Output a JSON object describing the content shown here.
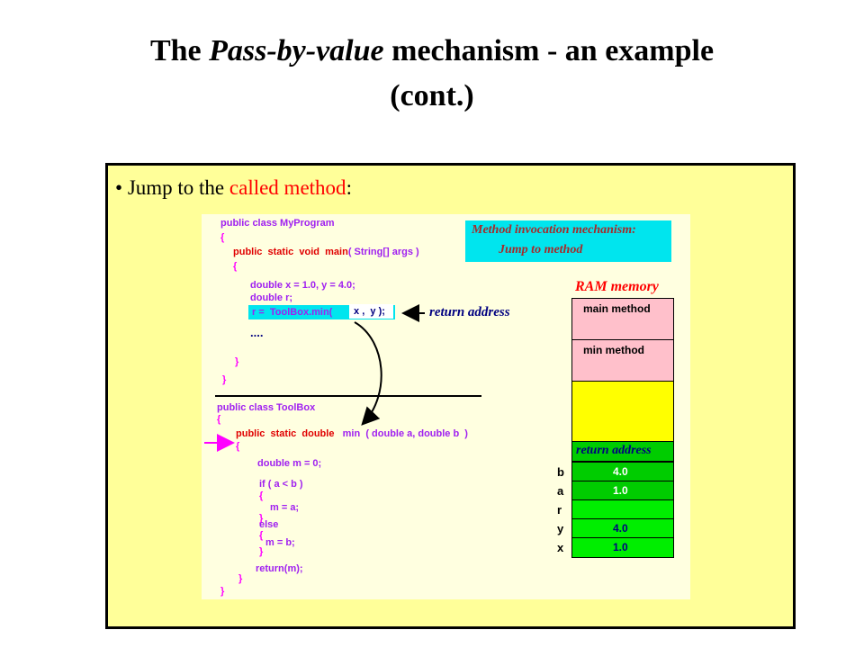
{
  "title": {
    "part1": "The ",
    "emph": "Pass-by-value",
    "part2": " mechanism - an example",
    "line2": "(cont.)"
  },
  "bullet": {
    "prefix": "Jump to the ",
    "highlight": "called method",
    "suffix": ":"
  },
  "code_main": {
    "class_decl": "public class MyProgram",
    "open1": "{",
    "sig_public": "public",
    "sig_static": "static",
    "sig_void": "void",
    "sig_main": "main",
    "sig_params": "( String[] args )",
    "open2": "{",
    "decl_xy": "double x = 1.0, y = 4.0;",
    "decl_r": "double r;",
    "call_r": "r =",
    "call_method": "ToolBox.min(",
    "call_args": " x ,  y );",
    "ellipsis": "....",
    "close2": "}",
    "close1": "}"
  },
  "code_toolbox": {
    "class_decl": "public class ToolBox",
    "open1": "{",
    "sig_public": "public",
    "sig_static": "static",
    "sig_double": "double",
    "sig_min": "min",
    "sig_params": "( double a, double b  )",
    "open2": "{",
    "decl_m": "double m = 0;",
    "if_line": "if ( a < b )",
    "if_open": "{",
    "assign_a": "m = a;",
    "if_close": "}",
    "else_kw": "else",
    "else_open": "{",
    "assign_b": "m = b;",
    "else_close": "}",
    "ret": "return(m);",
    "close2": "}",
    "close1": "}"
  },
  "mechanism": {
    "line1": "Method invocation mechanism:",
    "line2": "Jump to method"
  },
  "return_address_label": "return address",
  "ram": {
    "title": "RAM memory",
    "cells": [
      {
        "label": "",
        "text": "main method",
        "color": "#ffc0cb"
      },
      {
        "label": "",
        "text": "min method",
        "color": "#ffc0cb"
      },
      {
        "label": "",
        "text": "",
        "color": "#ffff00"
      },
      {
        "label": "",
        "text": "return address",
        "color": "#00cc00"
      },
      {
        "label": "b",
        "text": "4.0",
        "color": "#00cc00"
      },
      {
        "label": "a",
        "text": "1.0",
        "color": "#00ee00"
      },
      {
        "label": "r",
        "text": "",
        "color": "#00ee00"
      },
      {
        "label": "y",
        "text": "4.0",
        "color": "#00ee00"
      },
      {
        "label": "x",
        "text": "1.0",
        "color": "#00ee00"
      }
    ]
  },
  "colors": {
    "panel_bg": "#ffff99",
    "figure_bg": "#ffffe0",
    "cyan": "#00e5ee",
    "keyword_red": "#e00000",
    "method_purple": "#a020f0",
    "brace_magenta": "#ff00ff",
    "navy": "#000080"
  }
}
